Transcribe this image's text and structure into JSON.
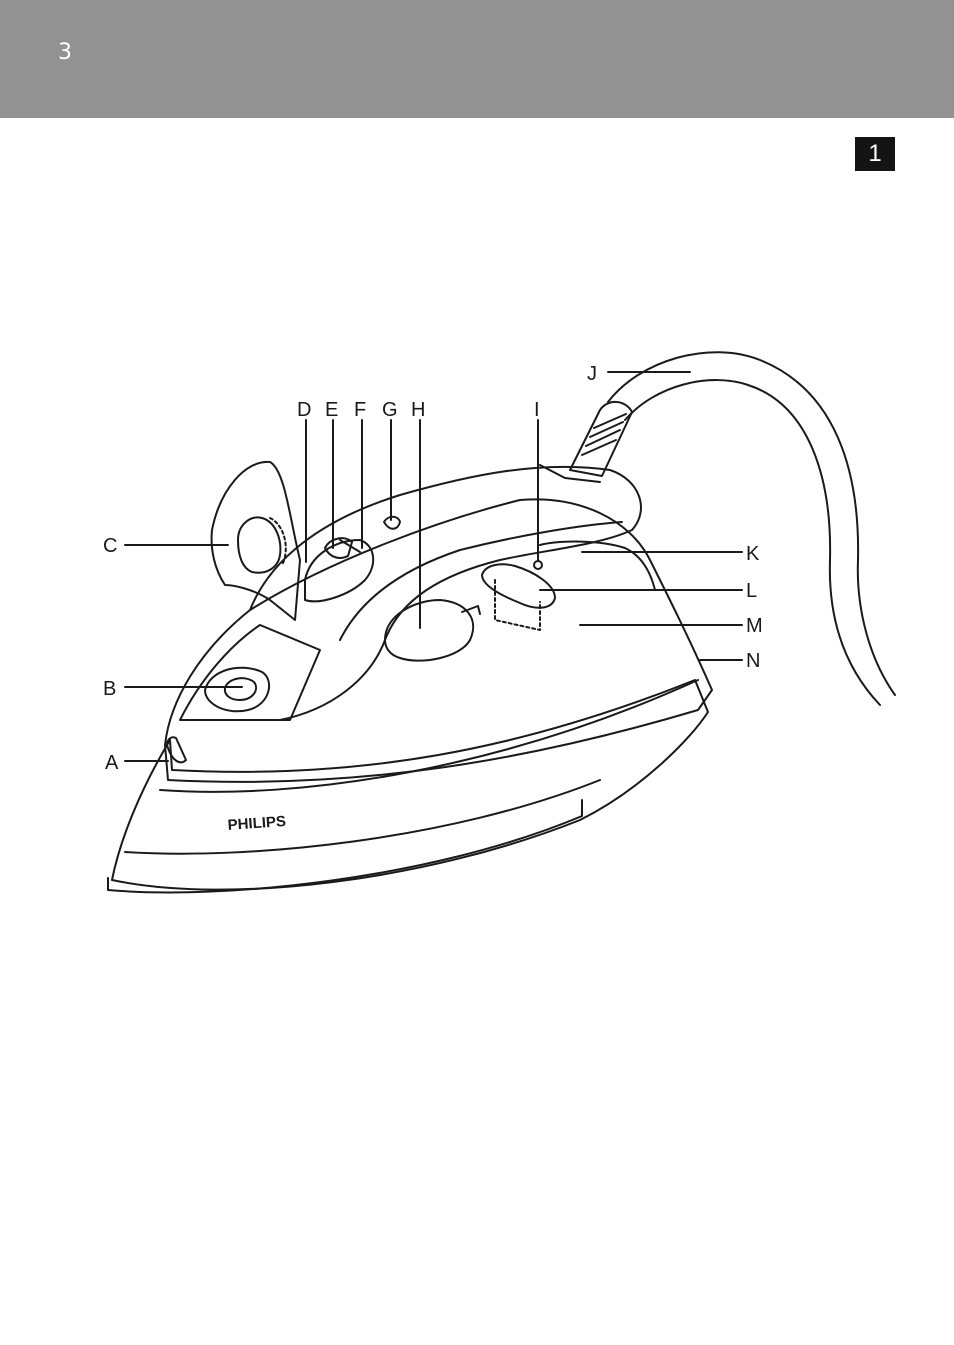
{
  "page": {
    "number": "3"
  },
  "figure": {
    "badge": "1"
  },
  "brand": {
    "logo_text": "PHILIPS"
  },
  "callouts": {
    "A": "A",
    "B": "B",
    "C": "C",
    "D": "D",
    "E": "E",
    "F": "F",
    "G": "G",
    "H": "H",
    "I": "I",
    "J": "J",
    "K": "K",
    "L": "L",
    "M": "M",
    "N": "N"
  },
  "colors": {
    "header": "#939292",
    "line": "#1a1a1a",
    "badge": "#141414"
  }
}
